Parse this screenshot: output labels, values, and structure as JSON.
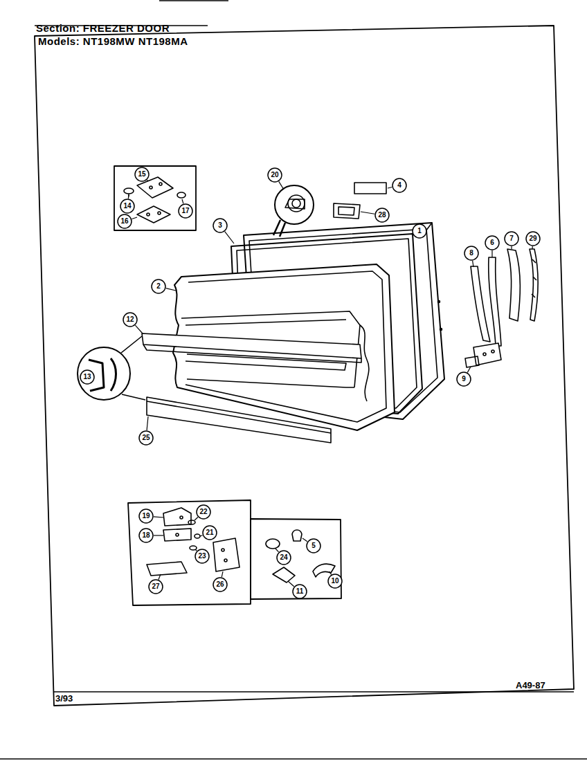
{
  "diagram": {
    "title": "Section: FREEZER DOOR",
    "labels": [
      "Models: NT198MW NT198MA",
      "20",
      "4",
      "15",
      "14",
      "17",
      "16",
      "28",
      "3",
      "1",
      "6",
      "8",
      "7",
      "29",
      "2",
      "12",
      "13",
      "9",
      "25",
      "19",
      "22",
      "21",
      "18",
      "23",
      "27",
      "26",
      "24",
      "5",
      "11",
      "10",
      "A49-87",
      "3/93"
    ]
  }
}
